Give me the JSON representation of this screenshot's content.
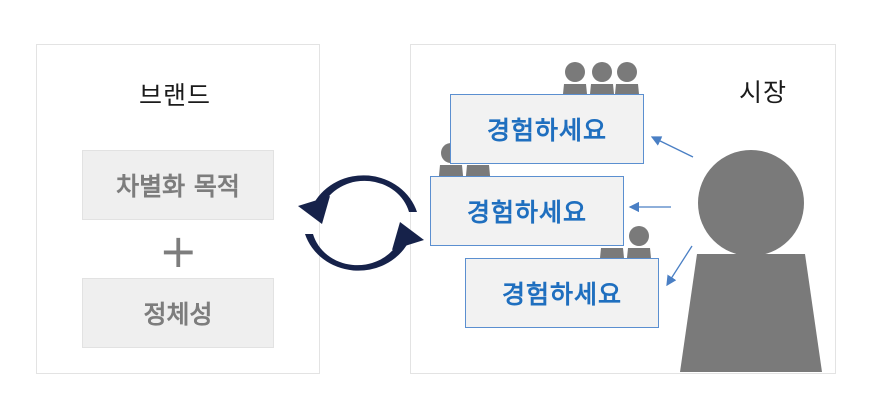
{
  "brand": {
    "title": "브랜드",
    "differentiation": "차별화 목적",
    "plus": "+",
    "identity": "정체성"
  },
  "market": {
    "title": "시장",
    "messages": [
      "경험하세요",
      "경험하세요",
      "경험하세요"
    ]
  },
  "colors": {
    "cycle_arrow": "#16224a",
    "person": "#7a7a7a",
    "message_text": "#1f6fbf",
    "message_border": "#5b8fd0",
    "pointer_arrow": "#4a7fc4"
  },
  "icons": [
    "cycle-arrows-icon",
    "person-group-icon",
    "large-person-icon",
    "pointer-arrow-icon"
  ]
}
